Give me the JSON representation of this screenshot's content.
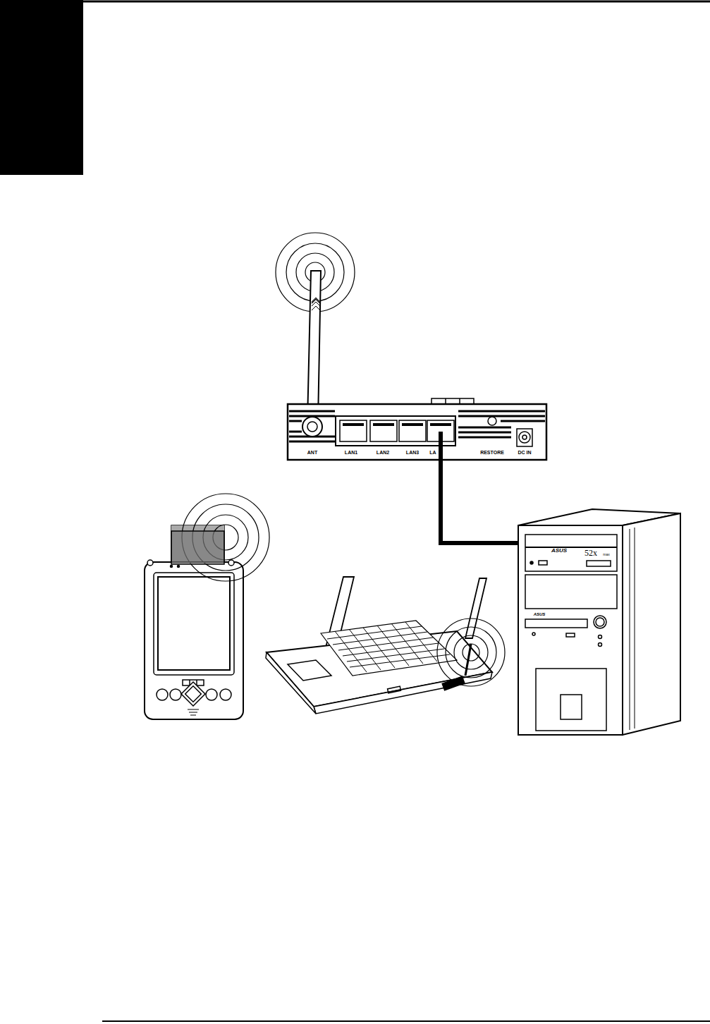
{
  "diagram": {
    "labels": [
      "ANT",
      "LAN1",
      "LAN2",
      "LAN3",
      "LA",
      "RESTORE",
      "DC IN",
      "ASUS",
      "52x",
      "max",
      "ASUS"
    ]
  }
}
